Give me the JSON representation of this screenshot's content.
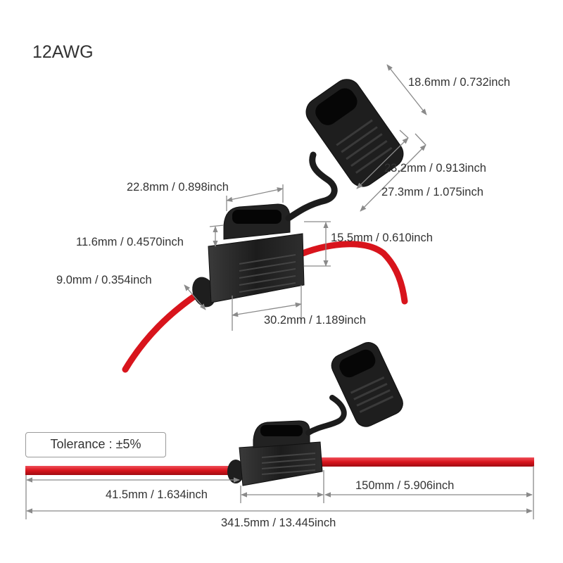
{
  "title": "12AWG",
  "tolerance": "Tolerance : ±5%",
  "colors": {
    "wire": "#d8141c",
    "housing": "#1c1c1c",
    "dim_line": "#8a8a8a",
    "text": "#333333"
  },
  "dimensions": {
    "cap_width": "18.6mm / 0.732inch",
    "cap_height_inner": "23.2mm / 0.913inch",
    "cap_height_outer": "27.3mm / 1.075inch",
    "holder_top_width": "22.8mm / 0.898inch",
    "holder_top_height": "11.6mm / 0.4570inch",
    "holder_body_height": "15.5mm / 0.610inch",
    "wire_diameter": "9.0mm / 0.354inch",
    "holder_length": "30.2mm / 1.189inch",
    "left_wire": "41.5mm / 1.634inch",
    "right_wire": "150mm / 5.906inch",
    "total_length": "341.5mm / 13.445inch"
  }
}
